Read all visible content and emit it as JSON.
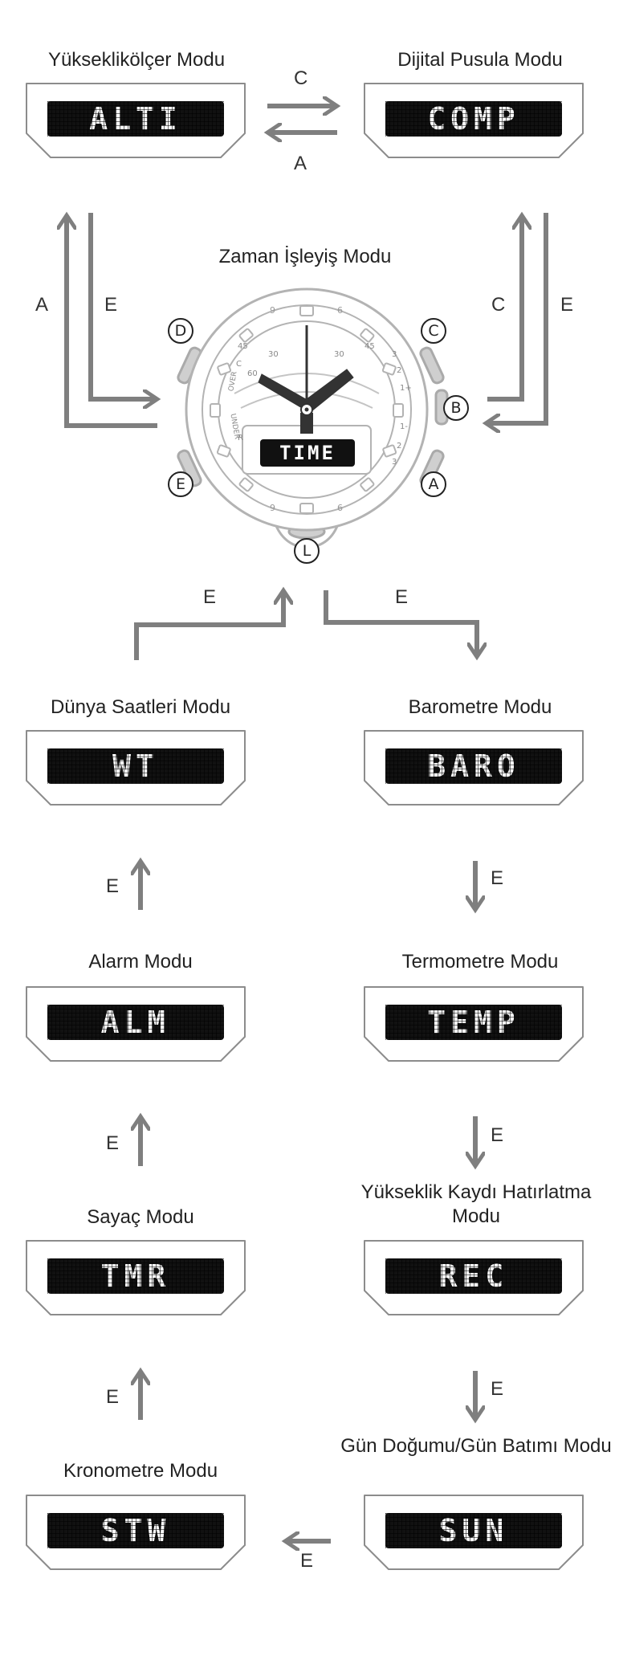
{
  "colors": {
    "arrow": "#7f7f7f",
    "panel_border": "#8c8c8c",
    "lcd": "#111111"
  },
  "modes": {
    "altimeter": {
      "title": "Yükseklikölçer Modu",
      "display": "ALTI"
    },
    "compass": {
      "title": "Dijital Pusula Modu",
      "display": "COMP"
    },
    "timekeeping": {
      "title": "Zaman İşleyiş Modu",
      "display": "TIME"
    },
    "world_time": {
      "title": "Dünya Saatleri Modu",
      "display": "WT"
    },
    "barometer": {
      "title": "Barometre Modu",
      "display": "BARO"
    },
    "alarm": {
      "title": "Alarm Modu",
      "display": "ALM"
    },
    "thermometer": {
      "title": "Termometre Modu",
      "display": "TEMP"
    },
    "timer": {
      "title": "Sayaç Modu",
      "display": "TMR"
    },
    "altitude_recall": {
      "title": "Yükseklik Kaydı Hatırlatma Modu",
      "display": "REC"
    },
    "stopwatch": {
      "title": "Kronometre Modu",
      "display": "STW"
    },
    "sunrise_sunset": {
      "title": "Gün Doğumu/Gün Batımı Modu",
      "display": "SUN"
    }
  },
  "arrow_labels": {
    "alti_to_comp": "C",
    "comp_to_alti": "A",
    "time_to_alti": "A",
    "alti_to_time": "E",
    "time_to_comp": "C",
    "comp_to_time": "E",
    "wt_to_time": "E",
    "time_to_baro": "E",
    "alm_to_wt": "E",
    "baro_to_temp": "E",
    "tmr_to_alm": "E",
    "temp_to_rec": "E",
    "stw_to_tmr": "E",
    "rec_to_sun": "E",
    "sun_to_stw": "E"
  },
  "buttons": {
    "a": "A",
    "b": "B",
    "c": "C",
    "d": "D",
    "e": "E",
    "l": "L"
  },
  "watch_marks": {
    "bezel_top_left": "9",
    "bezel_top_right": "6",
    "bezel_bottom_left": "9",
    "bezel_bottom_right": "6",
    "dial_45_left": "45",
    "dial_30_left": "30",
    "dial_30_right": "30",
    "dial_45_right": "45",
    "dial_60": "60",
    "dial_c": "C",
    "dial_r": "R",
    "over": "OVER",
    "under": "UNDER",
    "right_3_top": "3",
    "right_2_top": "2",
    "right_1_plus": "1+",
    "right_1_minus": "1-",
    "right_2_bottom": "2",
    "right_3_bottom": "3"
  }
}
